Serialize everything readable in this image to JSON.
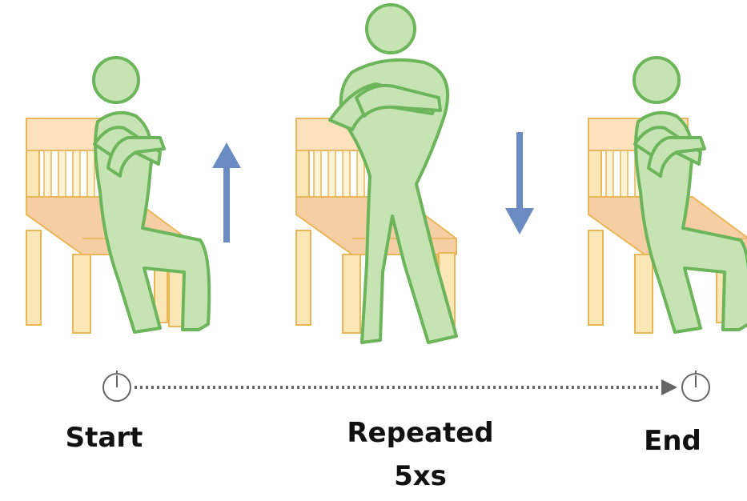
{
  "labels": {
    "start": "Start",
    "repeated_line1": "Repeated",
    "repeated_line2": "5xs",
    "end": "End"
  },
  "colors": {
    "figure_fill": "#c5e3b3",
    "figure_stroke": "#6db55b",
    "chair_fill": "#fbe7b6",
    "chair_stroke": "#e9b65a",
    "seat_fill": "#f5cfa3",
    "arrow": "#6b8cc3",
    "timeline": "#666666"
  },
  "icons": {
    "timer_start": "stopwatch-icon",
    "timer_end": "stopwatch-icon",
    "arrow_up": "arrow-up-icon",
    "arrow_down": "arrow-down-icon"
  }
}
